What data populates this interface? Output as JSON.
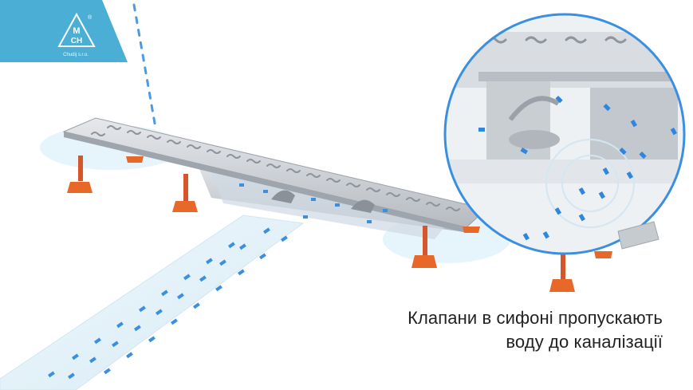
{
  "brand": {
    "logo_letters": "MCH",
    "registered_mark": "®",
    "company": "Chudij s.r.o."
  },
  "caption": {
    "line1": "Клапани в сифоні пропускають",
    "line2": "воду до каналізації"
  },
  "colors": {
    "brand_blue": "#4aaed5",
    "water_blue": "#3b8fe0",
    "steel": "#c8ccd1",
    "foot_orange": "#e8682a"
  }
}
